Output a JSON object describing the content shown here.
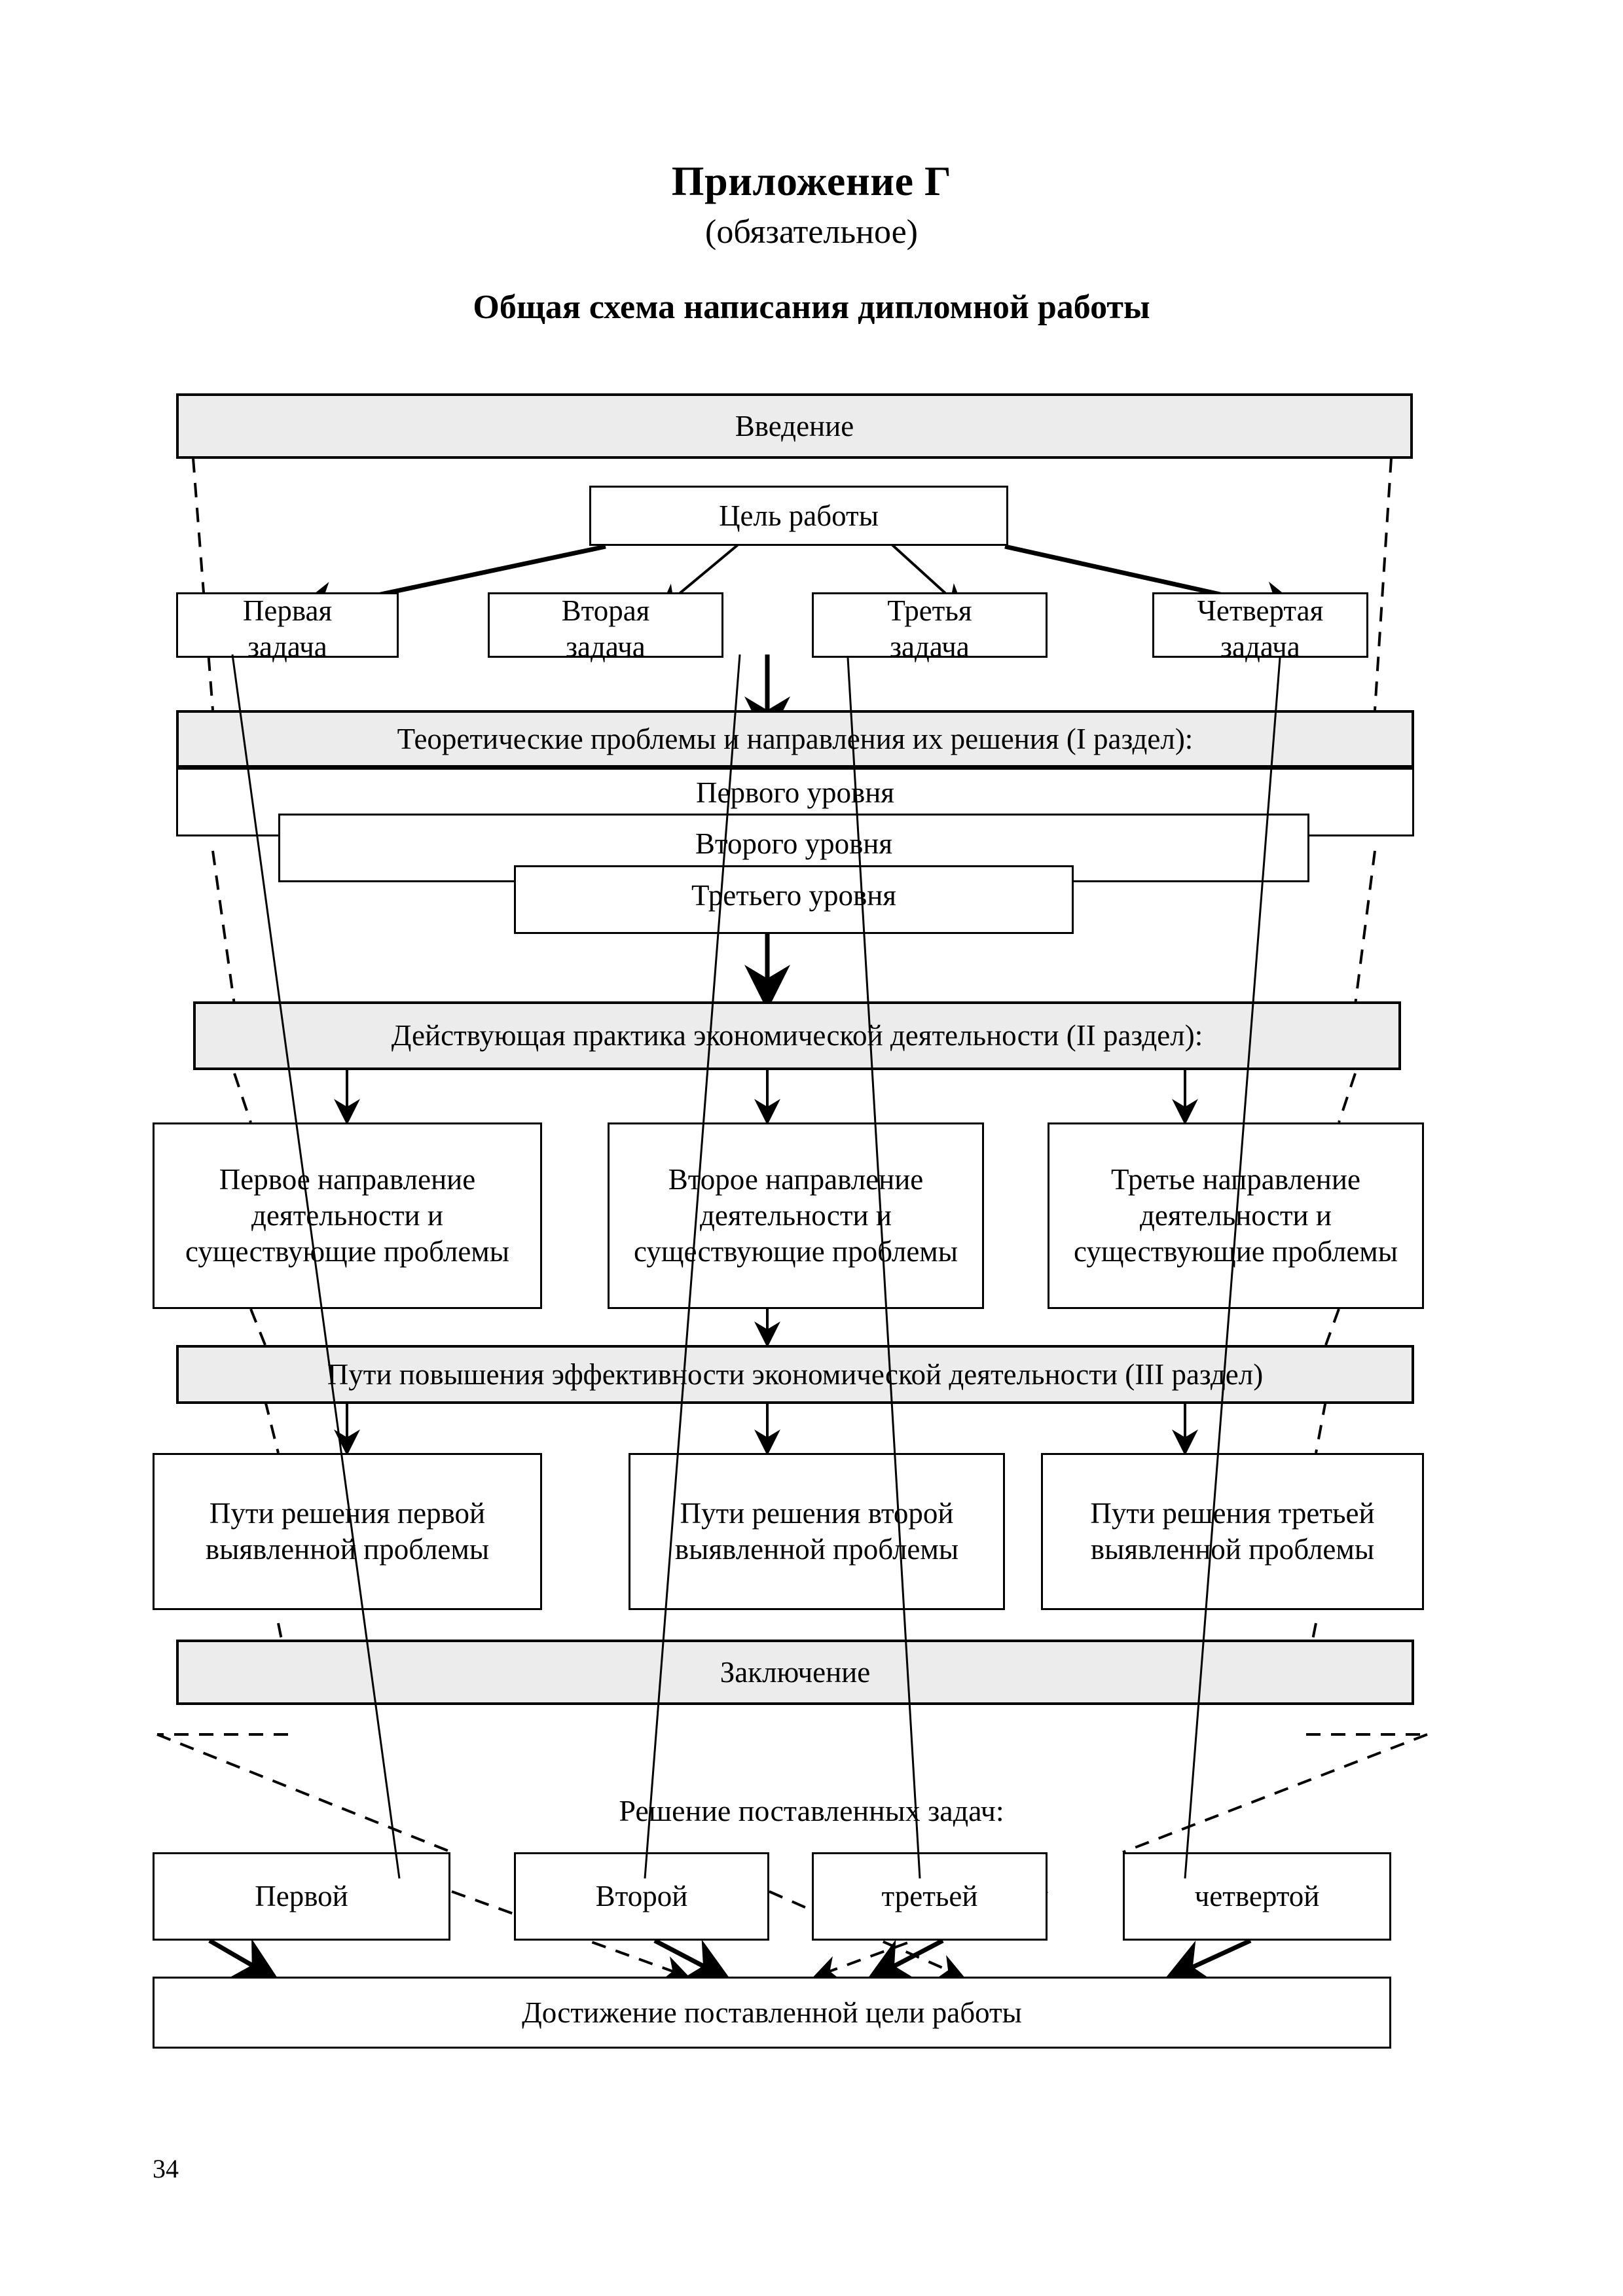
{
  "document": {
    "appendix_title": "Приложение Г",
    "appendix_subtitle": "(обязательное)",
    "scheme_title": "Общая схема написания дипломной работы",
    "page_number": "34"
  },
  "colors": {
    "band_fill": "#ececec",
    "box_fill": "#ffffff",
    "stroke": "#000000"
  },
  "diagram": {
    "type": "flowchart",
    "intro_band": "Введение",
    "goal": "Цель работы",
    "tasks": [
      {
        "label": "Первая\nзадача"
      },
      {
        "label": "Вторая\nзадача"
      },
      {
        "label": "Третья\nзадача"
      },
      {
        "label": "Четвертая\nзадача"
      }
    ],
    "section_1": {
      "band": "Теоретические проблемы и направления их решения (I раздел):",
      "levels": [
        "Первого уровня",
        "Второго уровня",
        "Третьего уровня"
      ]
    },
    "section_2": {
      "band": "Действующая практика экономической деятельности (II раздел):",
      "items": [
        "Первое направление деятельности и существующие проблемы",
        "Второе направление деятельности и существующие проблемы",
        "Третье направление деятельности и существующие проблемы"
      ]
    },
    "section_3": {
      "band": "Пути повышения эффективности экономической деятельности (III раздел)",
      "items": [
        "Пути решения первой выявленной проблемы",
        "Пути решения второй выявленной проблемы",
        "Пути решения третьей выявленной проблемы"
      ]
    },
    "conclusion_band": "Заключение",
    "solved_label": "Решение поставленных задач:",
    "solved_tasks": [
      "Первой",
      "Второй",
      "третьей",
      "четвертой"
    ],
    "goal_achieved": "Достижение поставленной цели работы"
  }
}
